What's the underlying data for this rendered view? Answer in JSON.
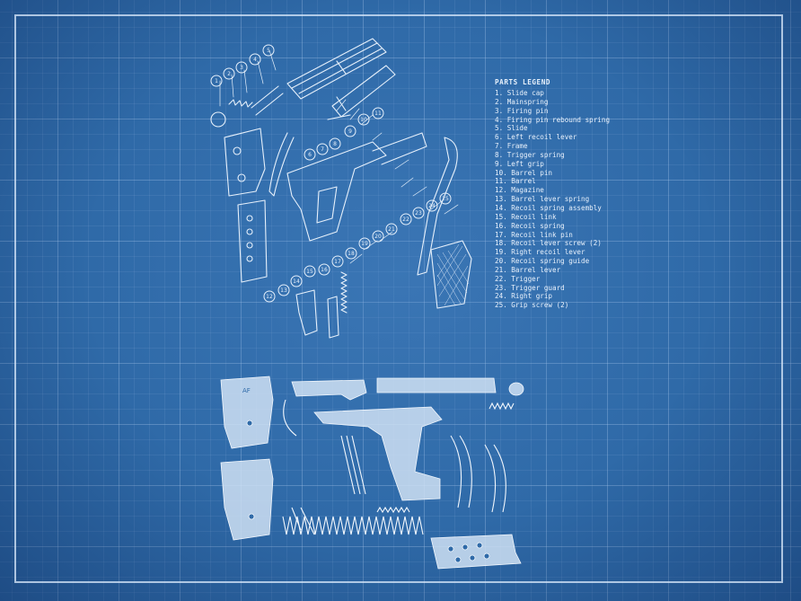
{
  "legend": {
    "title": "PARTS LEGEND",
    "items": [
      "1. Slide cap",
      "2. Mainspring",
      "3. Firing pin",
      "4. Firing pin rebound spring",
      "5. Slide",
      "6. Left recoil lever",
      "7. Frame",
      "8. Trigger spring",
      "9. Left grip",
      "10. Barrel pin",
      "11. Barrel",
      "12. Magazine",
      "13. Barrel lever spring",
      "14. Recoil spring assembly",
      "15. Recoil link",
      "16. Recoil spring",
      "17. Recoil link pin",
      "18. Recoil lever screw (2)",
      "19. Right recoil lever",
      "20. Recoil spring guide",
      "21. Barrel lever",
      "22. Trigger",
      "23. Trigger guard",
      "24. Right grip",
      "25. Grip screw (2)"
    ]
  },
  "diagram": {
    "callout_numbers": [
      "1",
      "2",
      "3",
      "4",
      "5",
      "6",
      "7",
      "8",
      "9",
      "10",
      "11",
      "12",
      "13",
      "14",
      "15",
      "16",
      "17",
      "18",
      "19",
      "20",
      "21",
      "22",
      "23",
      "24",
      "25"
    ],
    "grip_logo": "AF"
  },
  "colors": {
    "background": "#2f6aa8",
    "line": "#e6f0fb",
    "grid": "#bed7f5"
  }
}
